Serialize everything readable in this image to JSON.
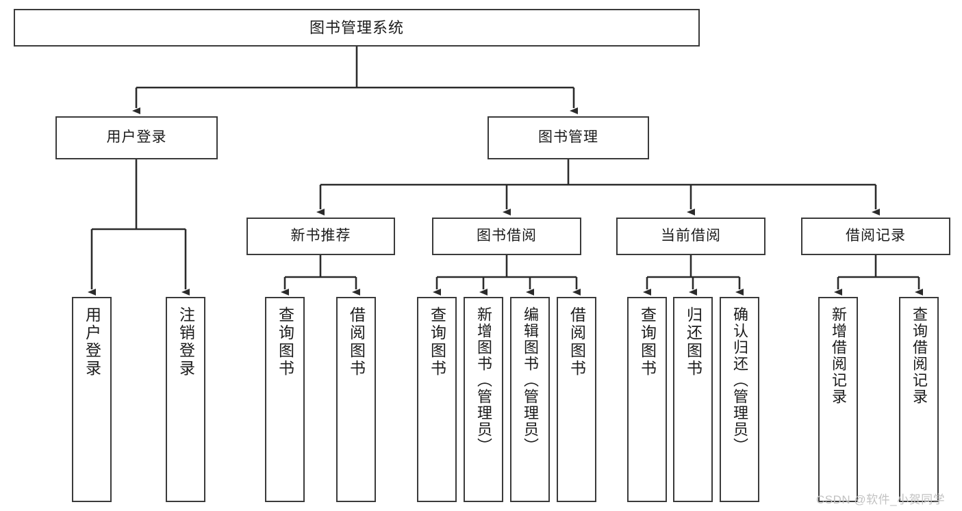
{
  "diagram": {
    "title": "图书管理系统",
    "type": "tree-hierarchy",
    "background_color": "#ffffff",
    "box_border_color": "#3a3a3a",
    "connector_color": "#2b2b2b"
  },
  "nodes": {
    "root": {
      "label": "图书管理系统",
      "level": 1
    },
    "level2": [
      {
        "id": "user-login",
        "label": "用户登录"
      },
      {
        "id": "book-management",
        "label": "图书管理"
      }
    ],
    "level3": [
      {
        "id": "new-book-recommend",
        "label": "新书推荐"
      },
      {
        "id": "book-borrow",
        "label": "图书借阅"
      },
      {
        "id": "current-borrow",
        "label": "当前借阅"
      },
      {
        "id": "borrow-record",
        "label": "借阅记录"
      }
    ],
    "leaves": {
      "user_login": [
        {
          "id": "leaf-user-login",
          "label": "用户登录"
        },
        {
          "id": "leaf-logout-login",
          "label": "注销登录"
        }
      ],
      "new_book_recommend": [
        {
          "id": "leaf-query-book-1",
          "label": "查询图书"
        },
        {
          "id": "leaf-borrow-book-1",
          "label": "借阅图书"
        }
      ],
      "book_borrow": [
        {
          "id": "leaf-query-book-2",
          "label": "查询图书"
        },
        {
          "id": "leaf-add-book",
          "label": "新增图书（管理员）"
        },
        {
          "id": "leaf-edit-book",
          "label": "编辑图书（管理员）"
        },
        {
          "id": "leaf-borrow-book-2",
          "label": "借阅图书"
        }
      ],
      "current_borrow": [
        {
          "id": "leaf-query-book-3",
          "label": "查询图书"
        },
        {
          "id": "leaf-return-book",
          "label": "归还图书"
        },
        {
          "id": "leaf-confirm-return",
          "label": "确认归还（管理员）"
        }
      ],
      "borrow_record": [
        {
          "id": "leaf-add-record",
          "label": "新增借阅记录"
        },
        {
          "id": "leaf-query-record",
          "label": "查询借阅记录"
        }
      ]
    }
  },
  "watermark": {
    "text": "CSDN @软件_小贺同学",
    "color": "#c2c2c2"
  }
}
